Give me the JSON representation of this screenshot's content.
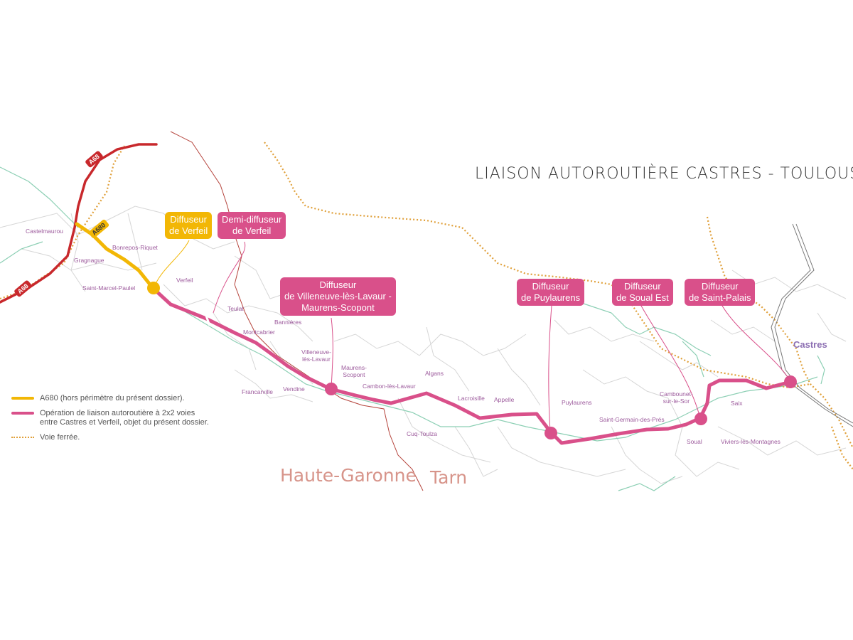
{
  "title": "LIAISON AUTOROUTIÈRE CASTRES - TOULOUSE",
  "colors": {
    "project_route": "#d9508a",
    "a680": "#f2b705",
    "a68": "#c8282c",
    "railway": "#e0a03a",
    "river": "#8ccfb4",
    "boundaries": "#cfcfcf",
    "dept_boundary": "#b5443c",
    "town_label": "#9c5a9c",
    "city_label": "#8c6fb2"
  },
  "road_shields": {
    "a68_top": "A68",
    "a68_left": "A68",
    "a680": "A680"
  },
  "callouts": {
    "verfeil": [
      "Diffuseur",
      "de Verfeil"
    ],
    "demi_verfeil": [
      "Demi-diffuseur",
      "de Verfeil"
    ],
    "villeneuve": [
      "Diffuseur",
      "de Villeneuve-lès-Lavaur -",
      "Maurens-Scopont"
    ],
    "puylaurens": [
      "Diffuseur",
      "de Puylaurens"
    ],
    "soual": [
      "Diffuseur",
      "de Soual Est"
    ],
    "saint_palais": [
      "Diffuseur",
      "de Saint-Palais"
    ]
  },
  "towns": {
    "castelmaurou": "Castelmaurou",
    "gragnague": "Gragnague",
    "bonrepos": "Bonrepos-Riquet",
    "saint_marcel": "Saint-Marcel-Paulel",
    "verfeil": "Verfeil",
    "teulat": "Teulat",
    "bannieres": "Bannières",
    "montcabrier": "Montcabrier",
    "villeneuve": [
      "Villeneuve-",
      "lès-Lavaur"
    ],
    "maurens": [
      "Maurens-",
      "Scopont"
    ],
    "francarville": "Francarville",
    "vendine": "Vendine",
    "cambon": "Cambon-lès-Lavaur",
    "algans": "Algans",
    "lacroisille": "Lacroisille",
    "appelle": "Appelle",
    "cuq_toulza": "Cuq-Toulza",
    "puylaurens": "Puylaurens",
    "saint_germain": "Saint-Germain-des-Prés",
    "cambounet": [
      "Cambounet-",
      "sur-le-Sor"
    ],
    "soual": "Soual",
    "saix": "Saix",
    "viviers": "Viviers-lès-Montagnes",
    "castres": "Castres"
  },
  "departments": {
    "haute_garonne": "Haute-Garonne",
    "tarn": "Tarn"
  },
  "legend": {
    "a680": "A680 (hors périmètre du présent dossier).",
    "operation": "Opération de liaison autoroutière à 2x2 voies entre Castres et Verfeil, objet du présent dossier.",
    "railway": "Voie ferrée."
  }
}
